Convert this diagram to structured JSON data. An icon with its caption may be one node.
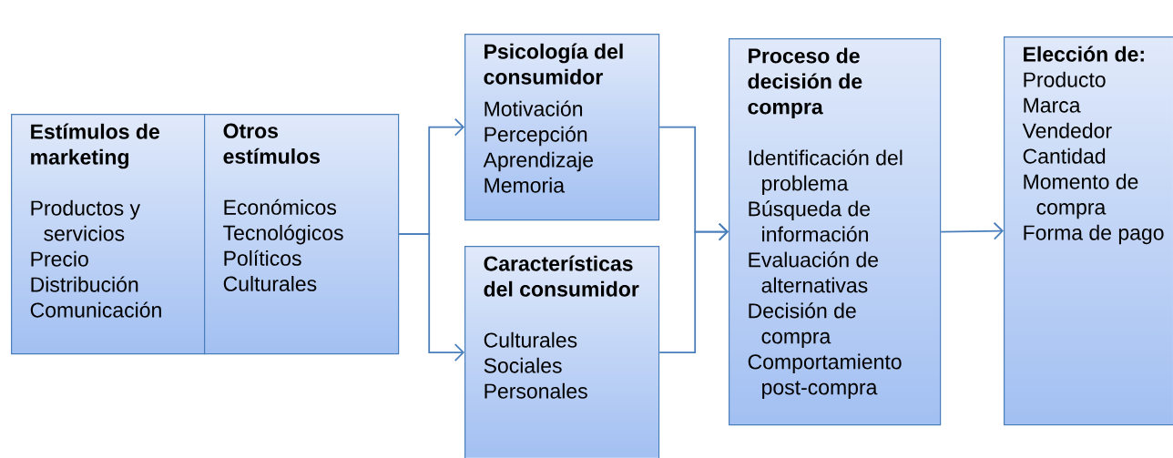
{
  "diagram": {
    "nodes": [
      {
        "text": [
          "Estímulos de marketing",
          "Productos y servicios",
          "Precio",
          "Distribución",
          "Comunicación"
        ]
      },
      {
        "text": [
          "Otros estímulos",
          "Económicos",
          "Tecnológicos",
          "Políticos",
          "Culturales"
        ]
      },
      {
        "text": [
          "Psicología del consumidor",
          "Motivación",
          "Percepción",
          "Aprendizaje",
          "Memoria"
        ]
      },
      {
        "text": [
          "Características del consumidor",
          "Culturales",
          "Sociales",
          "Personales"
        ]
      },
      {
        "text": [
          "Proceso de decisión de compra",
          "Identificación del problema",
          "Búsqueda de información",
          "Evaluación de alternativas",
          "Decisión de compra",
          "Comportamiento post-compra"
        ]
      },
      {
        "text": [
          "Elección de:",
          "Producto",
          "Marca",
          "Vendedor",
          "Cantidad",
          "Momento de compra",
          "Forma de pago"
        ]
      }
    ],
    "edges": [
      {
        "from": 1,
        "to": 2,
        "arrow": "to"
      },
      {
        "from": 1,
        "to": 3,
        "arrow": "to"
      },
      {
        "from": 2,
        "to": 4,
        "arrow": "to"
      },
      {
        "from": 3,
        "to": 4,
        "arrow": "to"
      },
      {
        "from": 4,
        "to": 5,
        "arrow": "to"
      }
    ]
  }
}
